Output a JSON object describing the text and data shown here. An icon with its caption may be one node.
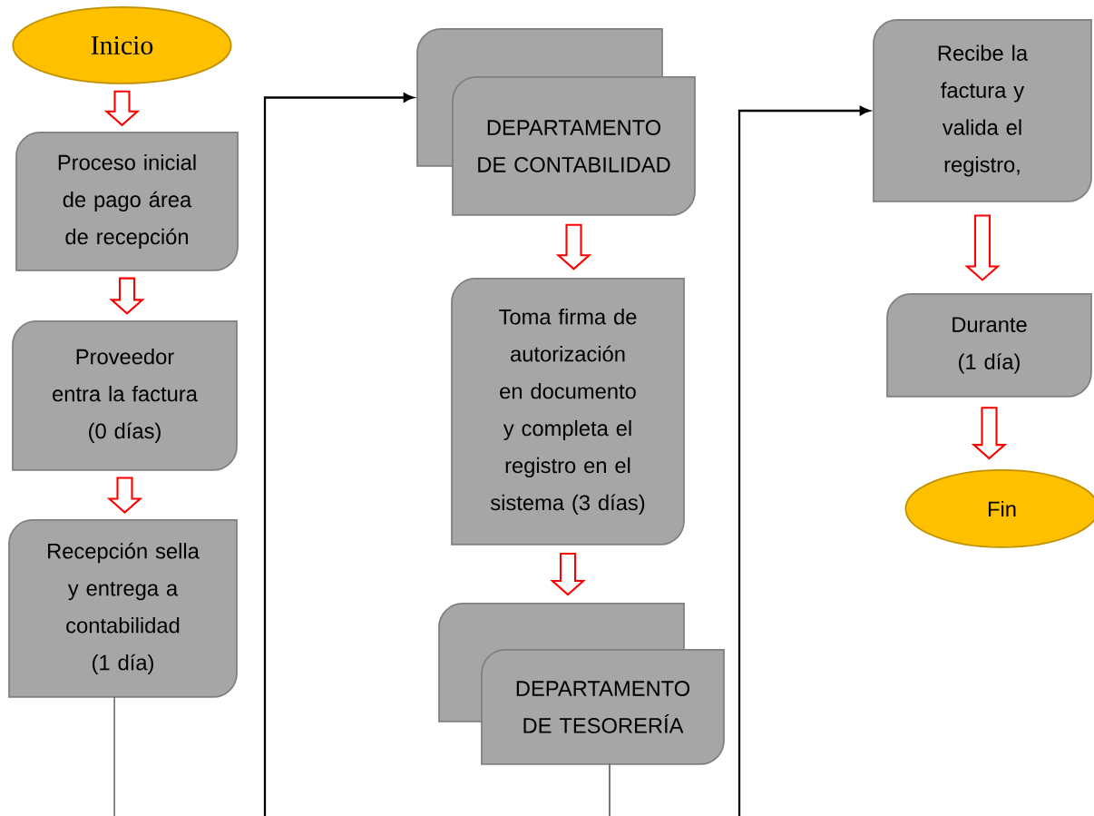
{
  "diagram": {
    "nodes": [
      {
        "text": [
          "Inicio"
        ]
      },
      {
        "text": [
          "Proceso inicial de pago área de recepción"
        ]
      },
      {
        "text": [
          "Proveedor entra la factura (0 días)"
        ]
      },
      {
        "text": [
          "Recepción sella y entrega a contabilidad (1 día)"
        ]
      },
      {
        "text": [],
        "shape": "box"
      },
      {
        "text": [
          "DEPARTAMENTO DE CONTABILIDAD"
        ]
      },
      {
        "text": [
          "Toma firma de autorización en documento y completa el registro en el sistema (3 días)"
        ]
      },
      {
        "text": [],
        "shape": "box"
      },
      {
        "text": [
          "DEPARTAMENTO DE TESORERÍA"
        ]
      },
      {
        "text": [
          "Recibe la factura y valida el registro,"
        ]
      },
      {
        "text": [
          "Durante (1 día)"
        ]
      },
      {
        "text": [
          "Fin"
        ]
      }
    ],
    "edges": [
      {
        "from": 0,
        "to": 1,
        "arrow": "to"
      },
      {
        "from": 1,
        "to": 2,
        "arrow": "to"
      },
      {
        "from": 2,
        "to": 3,
        "arrow": "to"
      },
      {
        "from": 3,
        "to": null,
        "arrow": "none",
        "color": "#000000"
      },
      {
        "from": null,
        "to": 4,
        "arrow": "to",
        "color": "#000000"
      },
      {
        "from": 5,
        "to": 6,
        "arrow": "to"
      },
      {
        "from": 6,
        "to": 7,
        "arrow": "to"
      },
      {
        "from": 8,
        "to": null,
        "arrow": "none",
        "color": "#000000"
      },
      {
        "from": null,
        "to": 9,
        "arrow": "to",
        "color": "#000000"
      },
      {
        "from": 9,
        "to": 10,
        "arrow": "to"
      },
      {
        "from": 10,
        "to": 11,
        "arrow": "to"
      }
    ]
  }
}
